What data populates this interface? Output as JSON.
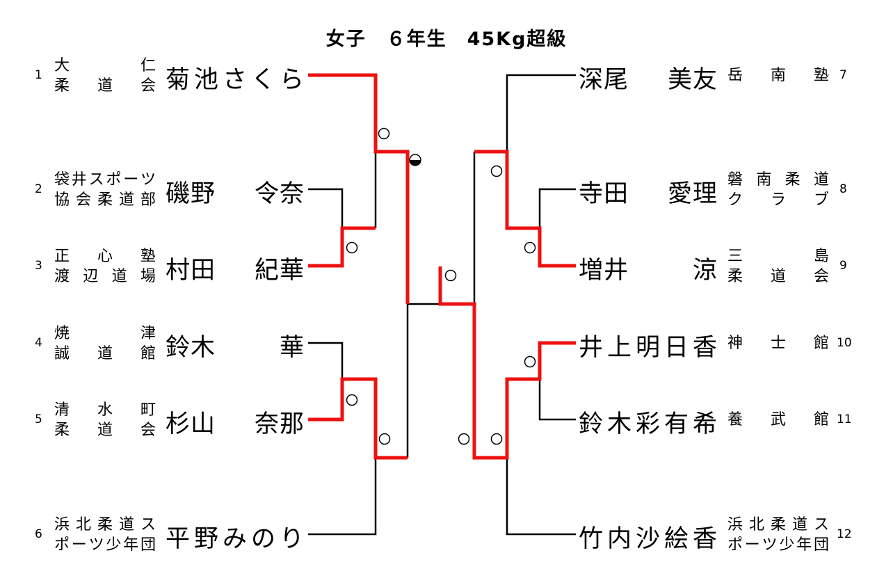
{
  "title": "女子　６年生　45Kg超級",
  "colors": {
    "winner_line": "#ee1111",
    "line": "#000000"
  },
  "left": [
    {
      "seed": "1",
      "club": [
        "大　　仁",
        "柔　道　会"
      ],
      "name": "菊池さくら"
    },
    {
      "seed": "2",
      "club": [
        "袋井スポーツ",
        "協会柔道部"
      ],
      "name": "磯野　令奈"
    },
    {
      "seed": "3",
      "club": [
        "正　心　塾",
        "渡辺道場"
      ],
      "name": "村田　紀華"
    },
    {
      "seed": "4",
      "club": [
        "焼　　津",
        "誠　道　館"
      ],
      "name": "鈴木　　華"
    },
    {
      "seed": "5",
      "club": [
        "清　水　町",
        "柔　道　会"
      ],
      "name": "杉山　奈那"
    },
    {
      "seed": "6",
      "club": [
        "浜北柔道ス",
        "ポーツ少年団"
      ],
      "name": "平野みのり"
    }
  ],
  "right": [
    {
      "seed": "7",
      "club": [
        "岳　南　塾"
      ],
      "name": "深尾　美友"
    },
    {
      "seed": "8",
      "club": [
        "磐南柔道",
        "ク　ラ　ブ"
      ],
      "name": "寺田　愛理"
    },
    {
      "seed": "9",
      "club": [
        "三　　島",
        "柔　道　会"
      ],
      "name": "増井　　涼"
    },
    {
      "seed": "10",
      "club": [
        "神　士　館"
      ],
      "name": "井上明日香"
    },
    {
      "seed": "11",
      "club": [
        "養　武　館"
      ],
      "name": "鈴木彩有希"
    },
    {
      "seed": "12",
      "club": [
        "浜北柔道ス",
        "ポーツ少年団"
      ],
      "name": "竹内沙絵香"
    }
  ]
}
